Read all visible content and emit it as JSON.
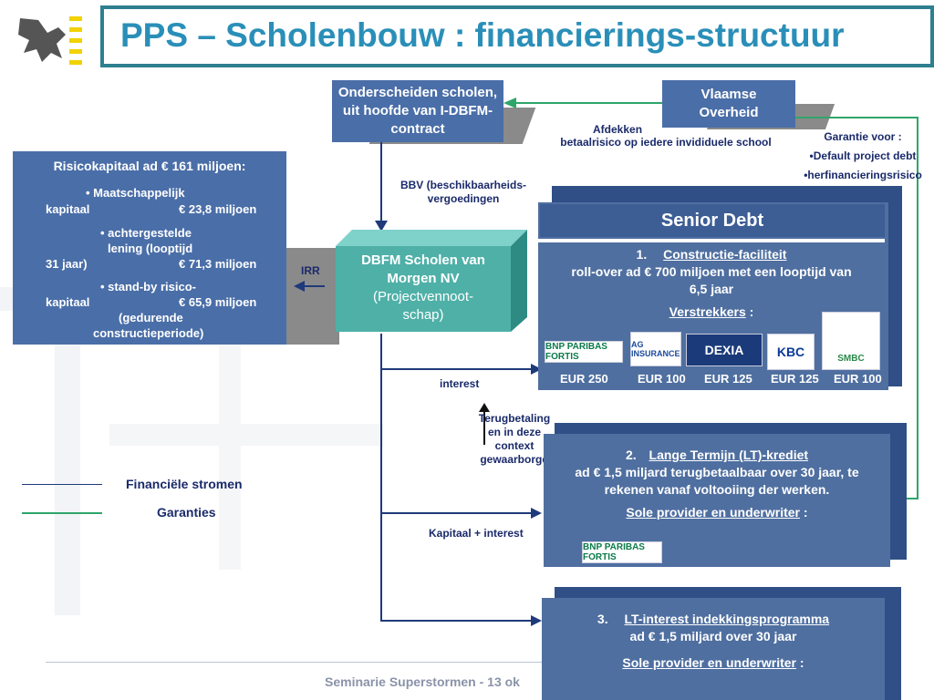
{
  "title": "PPS – Scholenbouw : financierings-structuur",
  "boxes": {
    "onderscheiden": "Onderscheiden scholen, uit hoofde van I-DBFM-contract",
    "vlaamse": "Vlaamse Overheid",
    "dbfm_title": "DBFM Scholen van Morgen NV",
    "dbfm_sub": "(Projectvennoot-schap)"
  },
  "labels": {
    "afdekken_line1": "Afdekken",
    "afdekken_line2": "betaalrisico op iedere invididuele school",
    "garantie_title": "Garantie voor :",
    "garantie_item1": "•Default project debt",
    "garantie_item2": "•herfinancieringsrisico",
    "bbv": "BBV (beschikbaarheids-vergoedingen",
    "irr": "IRR",
    "interest": "interest",
    "terugbetaling": "Terugbetaling en in deze context gewaarborgd",
    "kapitaal_interest": "Kapitaal + interest",
    "legend_fin": "Financiële stromen",
    "legend_gar": "Garanties"
  },
  "risk": {
    "title": "Risicokapitaal ad € 161 miljoen:",
    "item1_a": "• Maatschappelijk",
    "item1_b": "kapitaal",
    "item1_val": "€ 23,8 miljoen",
    "item2_a": "• achtergestelde",
    "item2_b": "lening (looptijd",
    "item2_c": "31 jaar)",
    "item2_val": "€ 71,3 miljoen",
    "item3_a": "• stand-by risico-",
    "item3_b": "kapitaal",
    "item3_val": "€ 65,9 miljoen",
    "item3_c": "(gedurende",
    "item3_d": "constructieperiode)"
  },
  "senior": {
    "head": "Senior Debt",
    "num": "1.",
    "title": "Constructie-faciliteit",
    "desc": "roll-over ad € 700 miljoen met een looptijd van 6,5 jaar",
    "verstrekkers": "Verstrekkers",
    "colon": ":",
    "banks": [
      {
        "name": "BNP PARIBAS FORTIS",
        "amount": "EUR 250"
      },
      {
        "name": "AG INSURANCE",
        "amount": "EUR 100"
      },
      {
        "name": "DEXIA",
        "amount": "EUR 125"
      },
      {
        "name": "KBC",
        "amount": "EUR 125"
      },
      {
        "name": "SMBC",
        "amount": "EUR 100"
      }
    ]
  },
  "lt": {
    "num": "2.",
    "title": "Lange Termijn (LT)-krediet",
    "desc": "ad € 1,5 miljard terugbetaalbaar over 30 jaar, te rekenen vanaf voltooiing der werken.",
    "provider": "Sole provider en underwriter",
    "colon": ":",
    "bank": "BNP PARIBAS FORTIS"
  },
  "ltint": {
    "num": "3.",
    "title": "LT-interest indekkingsprogramma",
    "desc": "ad € 1,5 miljard over 30 jaar",
    "provider": "Sole provider en underwriter",
    "colon": ":"
  },
  "footer": "Seminarie Superstormen - 13 ok",
  "colors": {
    "accent": "#2a8fb8",
    "box": "#4a6ea8",
    "guarantee": "#2fa56a",
    "flow": "#1f3a7a",
    "dbfm": "#4fb0a8"
  }
}
